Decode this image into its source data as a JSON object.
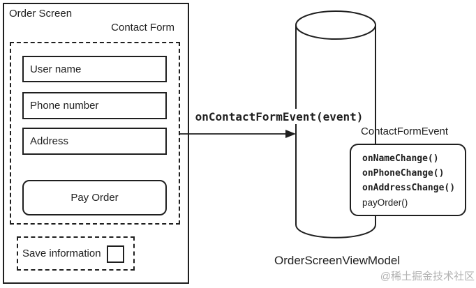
{
  "colors": {
    "line": "#1f1f1f",
    "background": "#ffffff",
    "watermark": "#b3b3b3"
  },
  "order_screen": {
    "title": "Order Screen",
    "contact_form": {
      "title": "Contact Form",
      "fields": [
        "User name",
        "Phone number",
        "Address"
      ],
      "pay_button_label": "Pay Order"
    },
    "save_information": {
      "label": "Save information",
      "checked": false
    }
  },
  "arrow": {
    "label": "onContactFormEvent(event)"
  },
  "view_model": {
    "name": "OrderScreenViewModel",
    "event_box": {
      "title": "ContactFormEvent",
      "methods": [
        "onNameChange()",
        "onPhoneChange()",
        "onAddressChange()",
        "payOrder()"
      ]
    }
  },
  "watermark": "@稀土掘金技术社区"
}
